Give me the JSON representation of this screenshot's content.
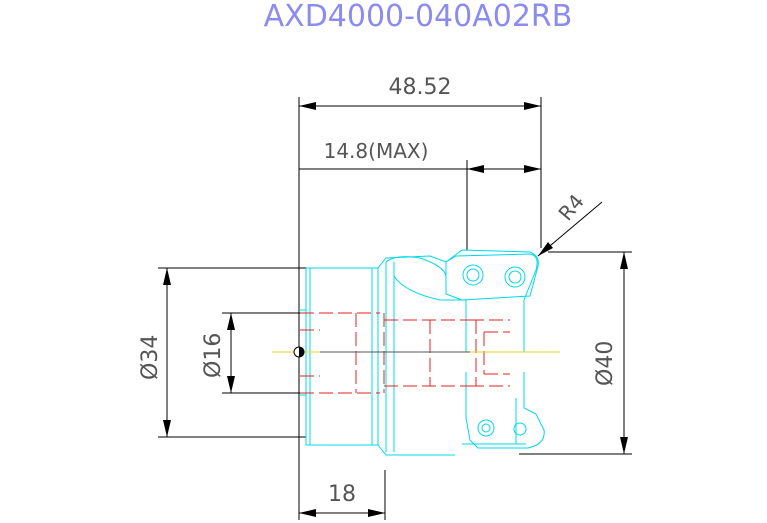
{
  "drawing": {
    "title": "AXD4000-040A02RB",
    "dimensions": {
      "overall_length": "48.52",
      "max_depth": "14.8(MAX)",
      "corner_radius": "R4",
      "diameter_34": "Ø34",
      "diameter_16": "Ø16",
      "diameter_40": "Ø40",
      "length_18": "18"
    },
    "colors": {
      "title": "#8c8cf0",
      "dimension": "#000000",
      "dimension_text": "#555555",
      "outline_cyan": "#00d8e8",
      "hidden_red": "#e02020",
      "center_yellow": "#e8d020"
    }
  }
}
